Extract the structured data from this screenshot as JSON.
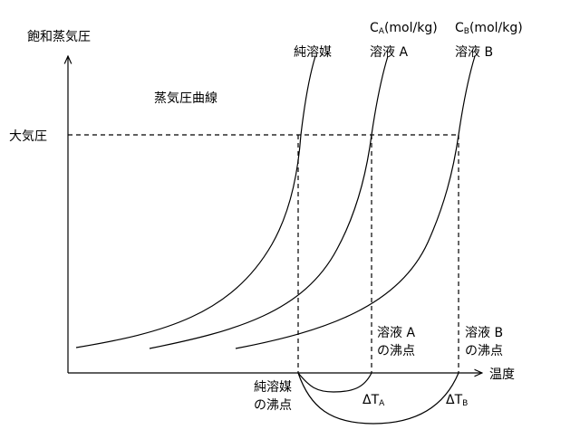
{
  "labels": {
    "y_axis": "飽和蒸気圧",
    "x_axis": "温度",
    "curve_label": "蒸気圧曲線",
    "atm": "大気圧",
    "pure_solvent": "純溶媒",
    "solution_a": "溶液 A",
    "solution_b": "溶液 B",
    "conc_a": {
      "C": "C",
      "sub": "A",
      "unit": "(mol/kg)"
    },
    "conc_b": {
      "C": "C",
      "sub": "B",
      "unit": "(mol/kg)"
    },
    "bp_pure": {
      "line1": "純溶媒",
      "line2": "の沸点"
    },
    "bp_a": {
      "line1": "溶液 A",
      "line2": "の沸点"
    },
    "bp_b": {
      "line1": "溶液 B",
      "line2": "の沸点"
    },
    "delta_a": {
      "sym": "ΔT",
      "sub": "A"
    },
    "delta_b": {
      "sym": "ΔT",
      "sub": "B"
    }
  },
  "colors": {
    "line": "#000000",
    "background": "#ffffff"
  }
}
